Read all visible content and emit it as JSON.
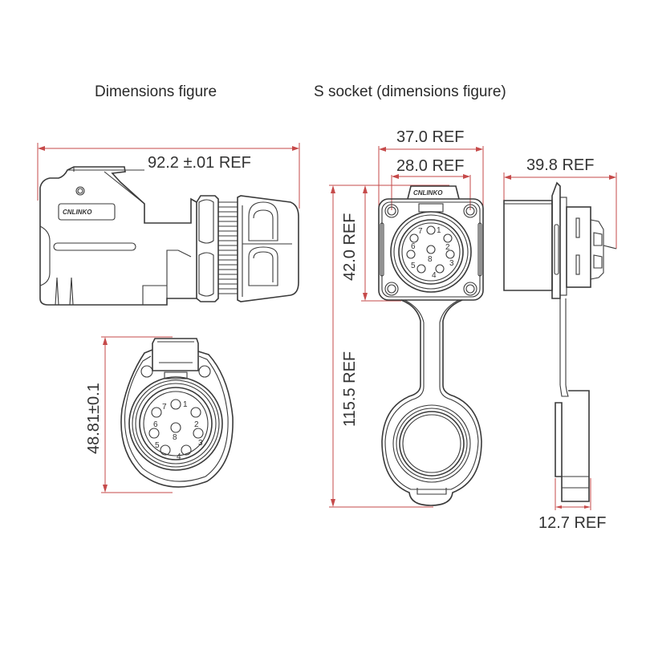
{
  "titles": {
    "left": "Dimensions figure",
    "right": "S socket (dimensions figure)"
  },
  "dimensions": {
    "plug_length": "92.2 ±.01 REF",
    "plug_front_height": "48.81±0.1",
    "socket_outer_width": "37.0 REF",
    "socket_hole_spacing": "28.0 REF",
    "socket_height": "42.0 REF",
    "socket_total_height": "115.5 REF",
    "socket_side_depth": "39.8 REF",
    "cap_thickness": "12.7 REF"
  },
  "brand_logo": "CNLINKO",
  "pins": [
    "1",
    "2",
    "3",
    "4",
    "5",
    "6",
    "7",
    "8"
  ],
  "colors": {
    "dimension_line": "#c64a4a",
    "outline": "#3a3a3a",
    "background": "#ffffff"
  }
}
